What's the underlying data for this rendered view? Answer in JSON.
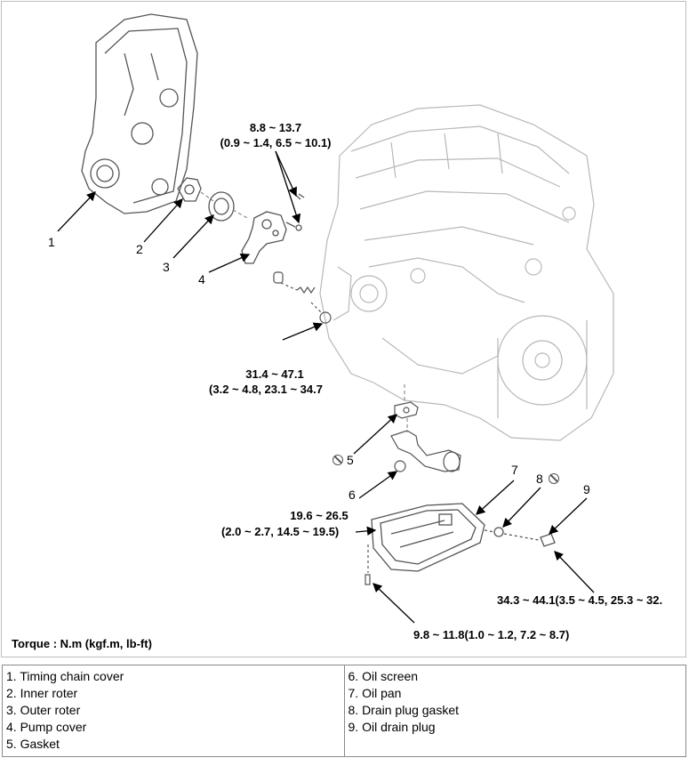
{
  "torque_note": "Torque : N.m (kgf.m, lb-ft)",
  "callouts": {
    "n1": "1",
    "n2": "2",
    "n3": "3",
    "n4": "4",
    "n5": "5",
    "n6": "6",
    "n7": "7",
    "n8": "8",
    "n9": "9"
  },
  "torques": {
    "pump_bolts_a": "8.8 ~ 13.7",
    "pump_bolts_b": "(0.9 ~ 1.4, 6.5 ~ 10.1)",
    "relief_plug_a": "31.4 ~ 47.1",
    "relief_plug_b": "(3.2 ~ 4.8, 23.1 ~ 34.7",
    "screen_bolt_a": "19.6 ~ 26.5",
    "screen_bolt_b": "(2.0 ~ 2.7, 14.5 ~ 19.5)",
    "drain_plug": "34.3 ~ 44.1(3.5 ~ 4.5, 25.3 ~ 32.",
    "pan_bolt": "9.8 ~ 11.8(1.0 ~ 1.2, 7.2 ~ 8.7)"
  },
  "legend": {
    "left": [
      "1. Timing chain cover",
      "2. Inner roter",
      "3. Outer roter",
      "4. Pump cover",
      "5. Gasket"
    ],
    "right": [
      "6. Oil screen",
      "7. Oil pan",
      "8. Drain plug gasket",
      "9. Oil drain plug"
    ]
  }
}
